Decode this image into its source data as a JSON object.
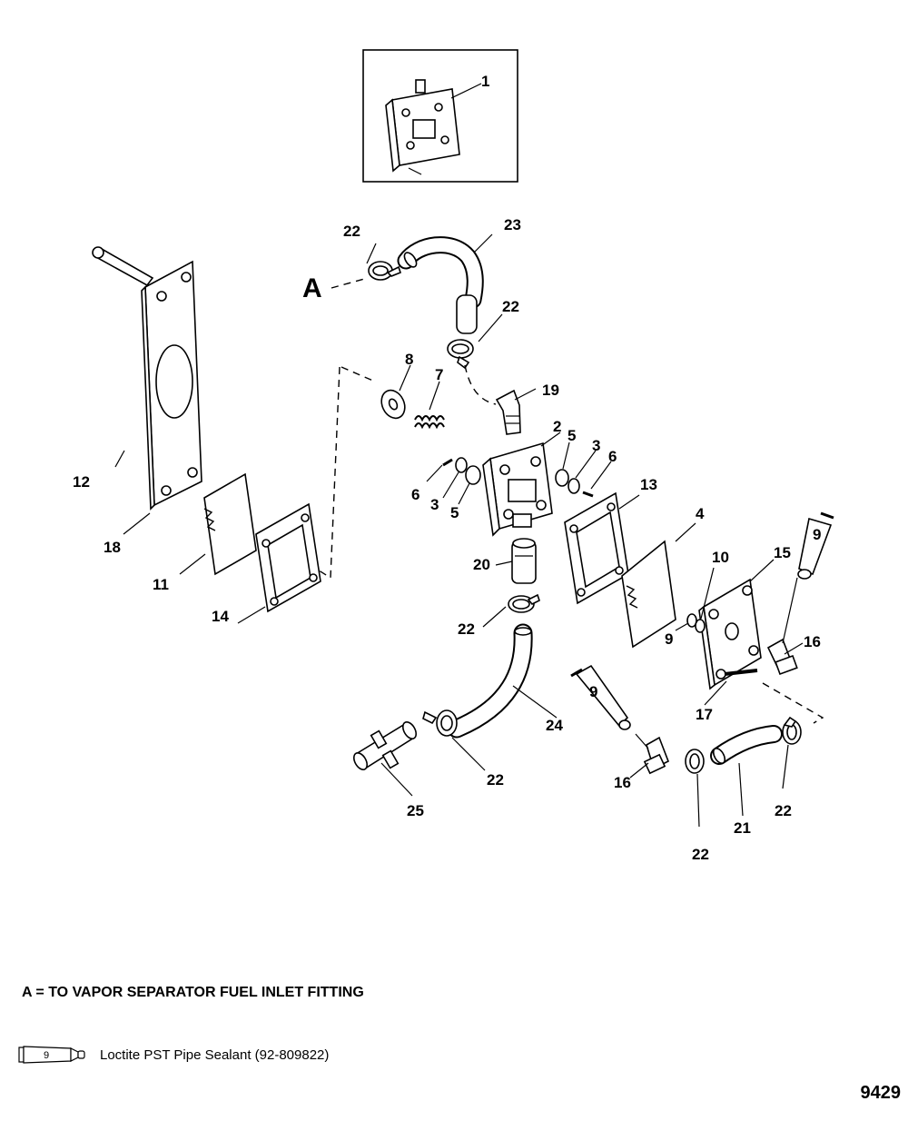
{
  "callout_a": "A",
  "callouts": [
    {
      "id": "c1",
      "label": "1"
    },
    {
      "id": "c22a",
      "label": "22"
    },
    {
      "id": "c23",
      "label": "23"
    },
    {
      "id": "c22b",
      "label": "22"
    },
    {
      "id": "c8",
      "label": "8"
    },
    {
      "id": "c7",
      "label": "7"
    },
    {
      "id": "c19",
      "label": "19"
    },
    {
      "id": "c2",
      "label": "2"
    },
    {
      "id": "c5a",
      "label": "5"
    },
    {
      "id": "c3a",
      "label": "3"
    },
    {
      "id": "c6a",
      "label": "6"
    },
    {
      "id": "c12",
      "label": "12"
    },
    {
      "id": "c18",
      "label": "18"
    },
    {
      "id": "c11",
      "label": "11"
    },
    {
      "id": "c14",
      "label": "14"
    },
    {
      "id": "c6b",
      "label": "6"
    },
    {
      "id": "c3b",
      "label": "3"
    },
    {
      "id": "c5b",
      "label": "5"
    },
    {
      "id": "c13",
      "label": "13"
    },
    {
      "id": "c4",
      "label": "4"
    },
    {
      "id": "c20",
      "label": "20"
    },
    {
      "id": "c10",
      "label": "10"
    },
    {
      "id": "c15",
      "label": "15"
    },
    {
      "id": "c9a",
      "label": "9"
    },
    {
      "id": "c9b",
      "label": "9"
    },
    {
      "id": "c16a",
      "label": "16"
    },
    {
      "id": "c17",
      "label": "17"
    },
    {
      "id": "c22c",
      "label": "22"
    },
    {
      "id": "c24",
      "label": "24"
    },
    {
      "id": "c9c",
      "label": "9"
    },
    {
      "id": "c16b",
      "label": "16"
    },
    {
      "id": "c22d",
      "label": "22"
    },
    {
      "id": "c25",
      "label": "25"
    },
    {
      "id": "c21",
      "label": "21"
    },
    {
      "id": "c22e",
      "label": "22"
    },
    {
      "id": "c22f",
      "label": "22"
    }
  ],
  "footnote": "A = TO VAPOR SEPARATOR FUEL INLET FITTING",
  "legend": {
    "tube_number": "9",
    "text": "Loctite PST Pipe Sealant (92-809822)"
  },
  "figure_number": "9429"
}
